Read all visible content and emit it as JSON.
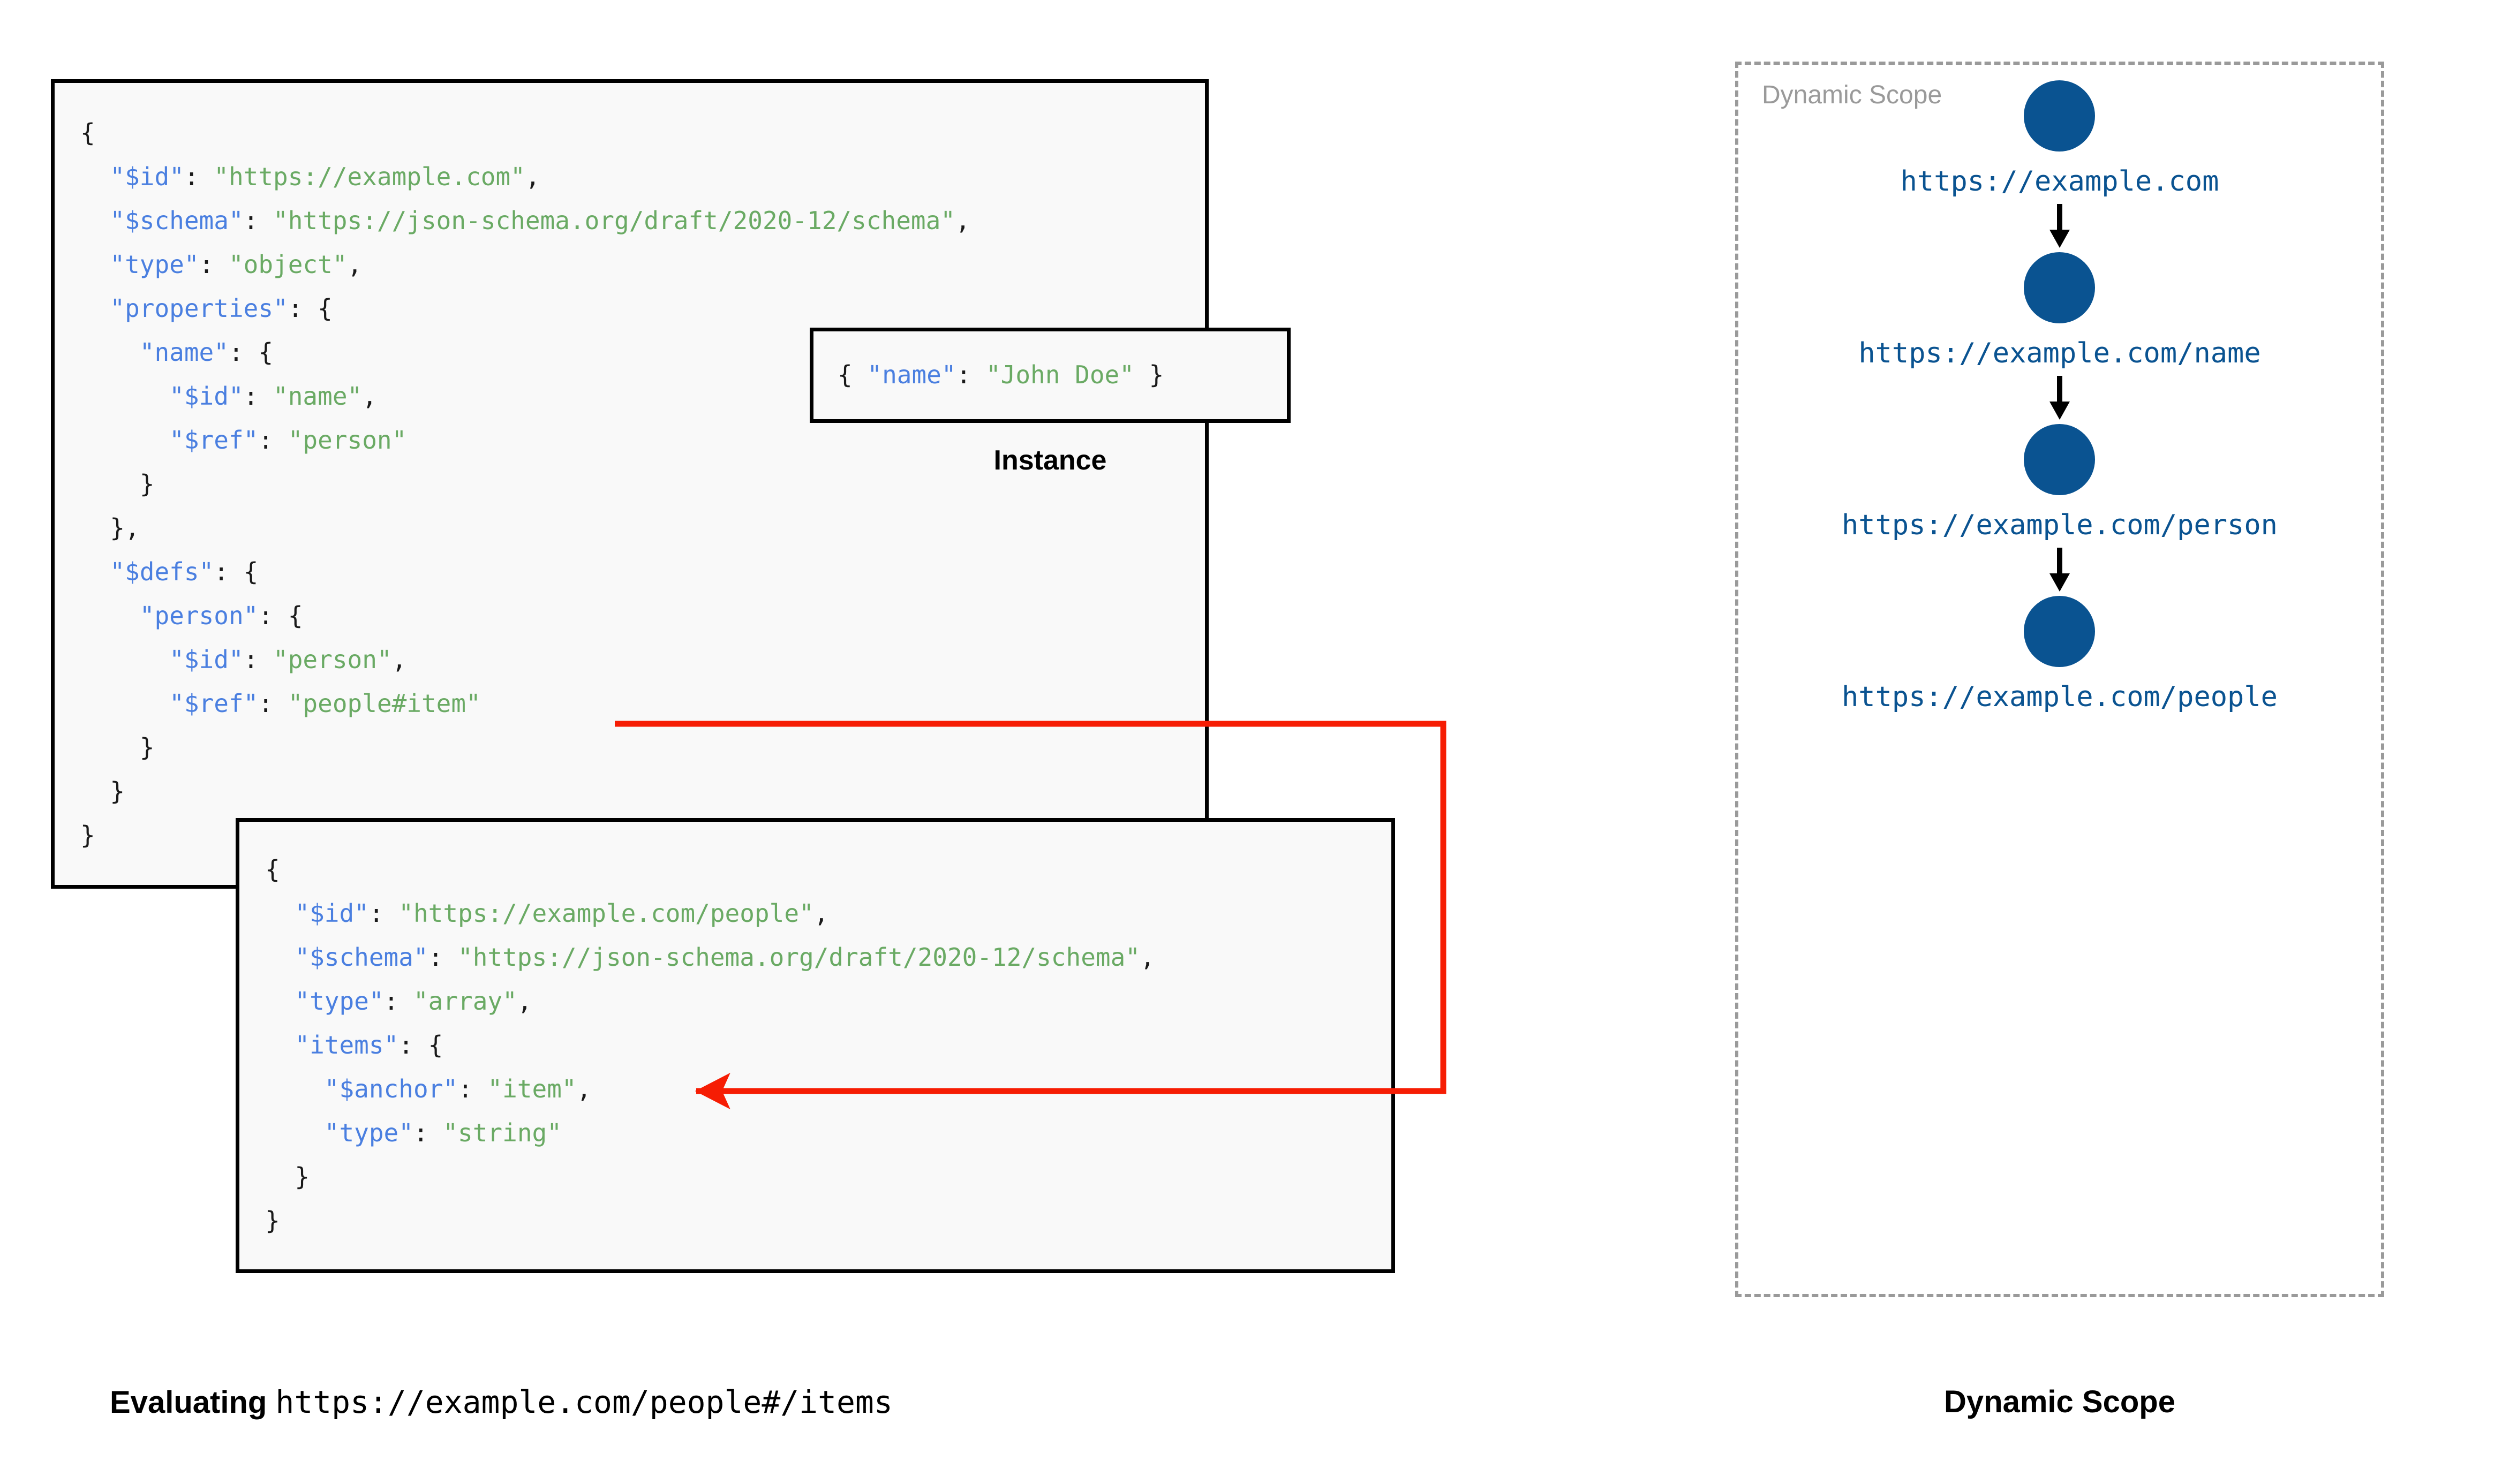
{
  "diagram": {
    "title_left": "Evaluating",
    "evaluating_uri": "https://example.com/people#/items",
    "title_right": "Dynamic Scope"
  },
  "schema_root": {
    "lines": [
      {
        "segments": [
          {
            "t": "{",
            "c": "p"
          }
        ]
      },
      {
        "segments": [
          {
            "t": "  ",
            "c": "p"
          },
          {
            "t": "\"$id\"",
            "c": "k"
          },
          {
            "t": ": ",
            "c": "p"
          },
          {
            "t": "\"https://example.com\"",
            "c": "s"
          },
          {
            "t": ",",
            "c": "p"
          }
        ]
      },
      {
        "segments": [
          {
            "t": "  ",
            "c": "p"
          },
          {
            "t": "\"$schema\"",
            "c": "k"
          },
          {
            "t": ": ",
            "c": "p"
          },
          {
            "t": "\"https://json-schema.org/draft/2020-12/schema\"",
            "c": "s"
          },
          {
            "t": ",",
            "c": "p"
          }
        ]
      },
      {
        "segments": [
          {
            "t": "  ",
            "c": "p"
          },
          {
            "t": "\"type\"",
            "c": "k"
          },
          {
            "t": ": ",
            "c": "p"
          },
          {
            "t": "\"object\"",
            "c": "s"
          },
          {
            "t": ",",
            "c": "p"
          }
        ]
      },
      {
        "segments": [
          {
            "t": "  ",
            "c": "p"
          },
          {
            "t": "\"properties\"",
            "c": "k"
          },
          {
            "t": ": {",
            "c": "p"
          }
        ]
      },
      {
        "segments": [
          {
            "t": "    ",
            "c": "p"
          },
          {
            "t": "\"name\"",
            "c": "k"
          },
          {
            "t": ": {",
            "c": "p"
          }
        ]
      },
      {
        "segments": [
          {
            "t": "      ",
            "c": "p"
          },
          {
            "t": "\"$id\"",
            "c": "k"
          },
          {
            "t": ": ",
            "c": "p"
          },
          {
            "t": "\"name\"",
            "c": "s"
          },
          {
            "t": ",",
            "c": "p"
          }
        ]
      },
      {
        "segments": [
          {
            "t": "      ",
            "c": "p"
          },
          {
            "t": "\"$ref\"",
            "c": "k"
          },
          {
            "t": ": ",
            "c": "p"
          },
          {
            "t": "\"person\"",
            "c": "s"
          }
        ]
      },
      {
        "segments": [
          {
            "t": "    }",
            "c": "p"
          }
        ]
      },
      {
        "segments": [
          {
            "t": "  },",
            "c": "p"
          }
        ]
      },
      {
        "segments": [
          {
            "t": "  ",
            "c": "p"
          },
          {
            "t": "\"$defs\"",
            "c": "k"
          },
          {
            "t": ": {",
            "c": "p"
          }
        ]
      },
      {
        "segments": [
          {
            "t": "    ",
            "c": "p"
          },
          {
            "t": "\"person\"",
            "c": "k"
          },
          {
            "t": ": {",
            "c": "p"
          }
        ]
      },
      {
        "segments": [
          {
            "t": "      ",
            "c": "p"
          },
          {
            "t": "\"$id\"",
            "c": "k"
          },
          {
            "t": ": ",
            "c": "p"
          },
          {
            "t": "\"person\"",
            "c": "s"
          },
          {
            "t": ",",
            "c": "p"
          }
        ]
      },
      {
        "segments": [
          {
            "t": "      ",
            "c": "p"
          },
          {
            "t": "\"$ref\"",
            "c": "k"
          },
          {
            "t": ": ",
            "c": "p"
          },
          {
            "t": "\"people#item\"",
            "c": "s"
          }
        ]
      },
      {
        "segments": [
          {
            "t": "    }",
            "c": "p"
          }
        ]
      },
      {
        "segments": [
          {
            "t": "  }",
            "c": "p"
          }
        ]
      },
      {
        "segments": [
          {
            "t": "}",
            "c": "p"
          }
        ]
      }
    ]
  },
  "instance": {
    "caption": "Instance",
    "lines": [
      {
        "segments": [
          {
            "t": "{ ",
            "c": "p"
          },
          {
            "t": "\"name\"",
            "c": "k"
          },
          {
            "t": ": ",
            "c": "p"
          },
          {
            "t": "\"John Doe\"",
            "c": "s"
          },
          {
            "t": " }",
            "c": "p"
          }
        ]
      }
    ]
  },
  "schema_people": {
    "lines": [
      {
        "segments": [
          {
            "t": "{",
            "c": "p"
          }
        ]
      },
      {
        "segments": [
          {
            "t": "  ",
            "c": "p"
          },
          {
            "t": "\"$id\"",
            "c": "k"
          },
          {
            "t": ": ",
            "c": "p"
          },
          {
            "t": "\"https://example.com/people\"",
            "c": "s"
          },
          {
            "t": ",",
            "c": "p"
          }
        ]
      },
      {
        "segments": [
          {
            "t": "  ",
            "c": "p"
          },
          {
            "t": "\"$schema\"",
            "c": "k"
          },
          {
            "t": ": ",
            "c": "p"
          },
          {
            "t": "\"https://json-schema.org/draft/2020-12/schema\"",
            "c": "s"
          },
          {
            "t": ",",
            "c": "p"
          }
        ]
      },
      {
        "segments": [
          {
            "t": "  ",
            "c": "p"
          },
          {
            "t": "\"type\"",
            "c": "k"
          },
          {
            "t": ": ",
            "c": "p"
          },
          {
            "t": "\"array\"",
            "c": "s"
          },
          {
            "t": ",",
            "c": "p"
          }
        ]
      },
      {
        "segments": [
          {
            "t": "  ",
            "c": "p"
          },
          {
            "t": "\"items\"",
            "c": "k"
          },
          {
            "t": ": {",
            "c": "p"
          }
        ]
      },
      {
        "segments": [
          {
            "t": "    ",
            "c": "p"
          },
          {
            "t": "\"$anchor\"",
            "c": "k"
          },
          {
            "t": ": ",
            "c": "p"
          },
          {
            "t": "\"item\"",
            "c": "s"
          },
          {
            "t": ",",
            "c": "p"
          }
        ]
      },
      {
        "segments": [
          {
            "t": "    ",
            "c": "p"
          },
          {
            "t": "\"type\"",
            "c": "k"
          },
          {
            "t": ": ",
            "c": "p"
          },
          {
            "t": "\"string\"",
            "c": "s"
          }
        ]
      },
      {
        "segments": [
          {
            "t": "  }",
            "c": "p"
          }
        ]
      },
      {
        "segments": [
          {
            "t": "}",
            "c": "p"
          }
        ]
      }
    ]
  },
  "dynamic_scope": {
    "panel_label": "Dynamic Scope",
    "nodes": [
      {
        "uri": "https://example.com"
      },
      {
        "uri": "https://example.com/name"
      },
      {
        "uri": "https://example.com/person"
      },
      {
        "uri": "https://example.com/people"
      }
    ]
  },
  "colors": {
    "json_key": "#4a7fe0",
    "json_string": "#6aaa64",
    "node_blue": "#0a5391",
    "ref_arrow_red": "#f61d04",
    "panel_dash_gray": "#9a9a9a",
    "box_border": "#000000",
    "box_fill": "#f9f9f9"
  }
}
